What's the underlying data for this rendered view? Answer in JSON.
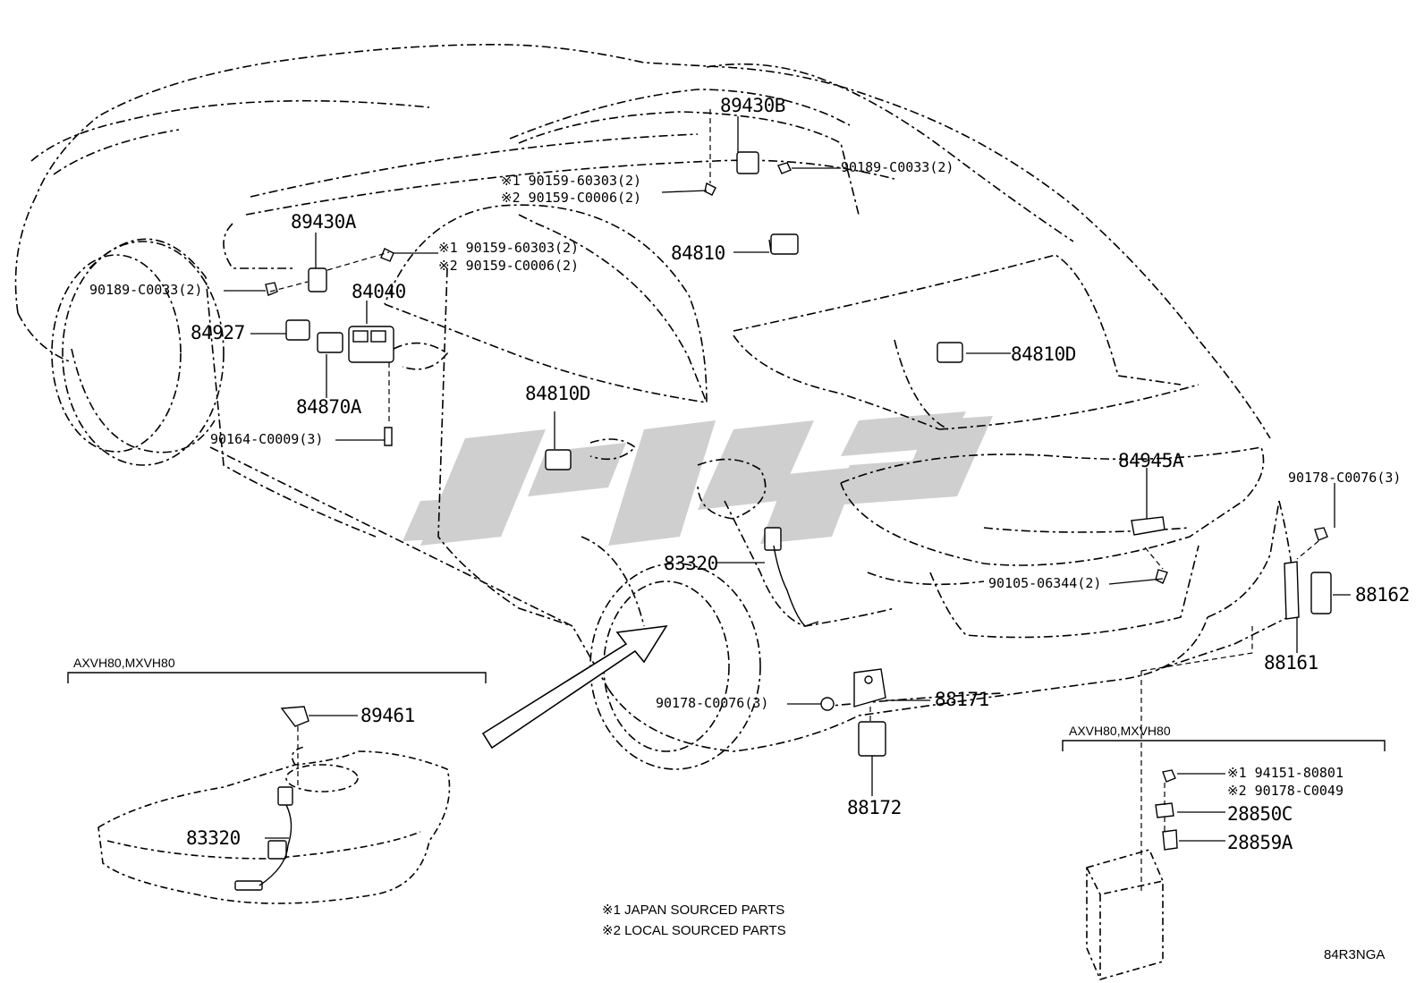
{
  "diagram": {
    "parts": {
      "p89430B": "89430B",
      "p90189_right": "90189-C0033(2)",
      "p90159_top_1": "※1 90159-60303(2)",
      "p90159_top_2": "※2 90159-C0006(2)",
      "p89430A": "89430A",
      "p90159_mid_1": "※1 90159-60303(2)",
      "p90159_mid_2": "※2 90159-C0006(2)",
      "p84810": "84810",
      "p90189_left": "90189-C0033(2)",
      "p84040": "84040",
      "p84927": "84927",
      "p84810D_right": "84810D",
      "p84870A": "84870A",
      "p84810D_left": "84810D",
      "p90164": "90164-C0009(3)",
      "p84945A": "84945A",
      "p90178_right": "90178-C0076(3)",
      "p83320_car": "83320",
      "p90105": "90105-06344(2)",
      "p88162": "88162",
      "p88161": "88161",
      "p89461": "89461",
      "p90178_mid": "90178-C0076(3)",
      "p88171": "88171",
      "p83320_tank": "83320",
      "p88172": "88172",
      "p94151": "※1 94151-80801",
      "p90178_c0049": "※2 90178-C0049",
      "p28850C": "28850C",
      "p28859A": "28859A"
    },
    "sections": {
      "left_heading": "AXVH80,MXVH80",
      "right_heading": "AXVH80,MXVH80"
    },
    "notes": {
      "note1": "※1 JAPAN SOURCED PARTS",
      "note2": "※2 LOCAL SOURCED PARTS"
    },
    "diagram_code": "84R3NGA"
  }
}
